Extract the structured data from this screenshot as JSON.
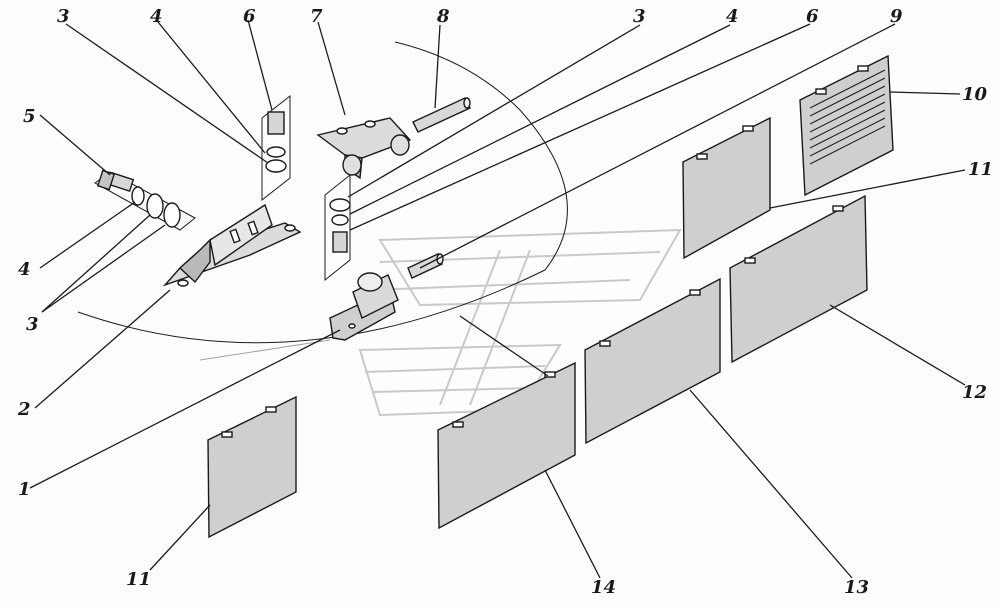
{
  "diagram": {
    "callouts": [
      {
        "id": "c3a",
        "text": "3"
      },
      {
        "id": "c4a",
        "text": "4"
      },
      {
        "id": "c6a",
        "text": "6"
      },
      {
        "id": "c7",
        "text": "7"
      },
      {
        "id": "c8",
        "text": "8"
      },
      {
        "id": "c3b",
        "text": "3"
      },
      {
        "id": "c4b",
        "text": "4"
      },
      {
        "id": "c6b",
        "text": "6"
      },
      {
        "id": "c9",
        "text": "9"
      },
      {
        "id": "c10",
        "text": "10"
      },
      {
        "id": "c5",
        "text": "5"
      },
      {
        "id": "c11a",
        "text": "11"
      },
      {
        "id": "c4c",
        "text": "4"
      },
      {
        "id": "c3c",
        "text": "3"
      },
      {
        "id": "c2",
        "text": "2"
      },
      {
        "id": "c1",
        "text": "1"
      },
      {
        "id": "c11b",
        "text": "11"
      },
      {
        "id": "c14",
        "text": "14"
      },
      {
        "id": "c13",
        "text": "13"
      },
      {
        "id": "c12",
        "text": "12"
      }
    ],
    "parts": {
      "bolt_top": "bolt",
      "bolt_left": "bolt",
      "bolt_mid": "bolt",
      "hinge_upper": "hinge-upper-leaf",
      "hinge_pin": "pin",
      "hinge_lower": "hinge-lower-leaf",
      "bracket": "bracket",
      "vent_panel": "grille-panel",
      "door_panels": [
        "panel-11-upper",
        "panel-12",
        "panel-13",
        "panel-14",
        "panel-11-lower"
      ]
    }
  }
}
